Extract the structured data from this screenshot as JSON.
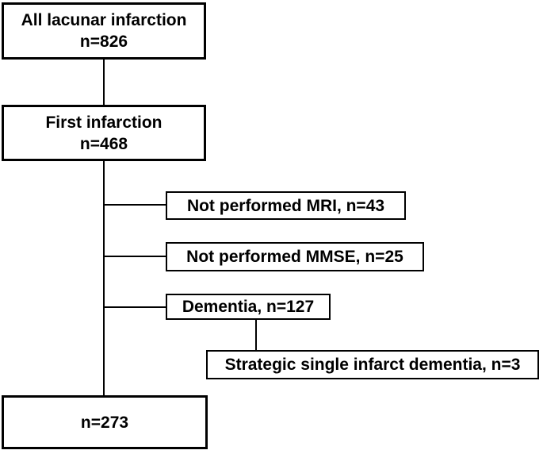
{
  "diagram": {
    "type": "flowchart",
    "background_color": "#ffffff",
    "line_color": "#000000",
    "text_color": "#000000",
    "boxes": [
      {
        "name": "all-lacunar-infarction",
        "lines": [
          "All lacunar infarction",
          "n=826"
        ]
      },
      {
        "name": "first-infarction",
        "lines": [
          "First infarction",
          "n=468"
        ]
      },
      {
        "name": "not-performed-mri",
        "lines": [
          "Not performed MRI, n=43"
        ]
      },
      {
        "name": "not-performed-mmse",
        "lines": [
          "Not performed MMSE, n=25"
        ]
      },
      {
        "name": "dementia",
        "lines": [
          "Dementia, n=127"
        ]
      },
      {
        "name": "strategic-single-infarct-dementia",
        "lines": [
          "Strategic single infarct dementia, n=3"
        ]
      },
      {
        "name": "final-cohort",
        "lines": [
          "n=273"
        ]
      }
    ],
    "flow": [
      "All lacunar infarction (n=826) -> First infarction (n=468)",
      "First infarction -> excluded: Not performed MRI (n=43)",
      "First infarction -> excluded: Not performed MMSE (n=25)",
      "First infarction -> excluded: Dementia (n=127)",
      "Dementia -> excluded: Strategic single infarct dementia (n=3)",
      "First infarction -> final cohort (n=273)"
    ]
  }
}
